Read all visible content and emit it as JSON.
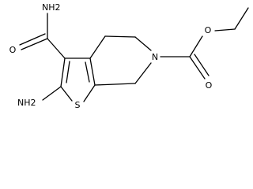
{
  "molecule": {
    "atoms": {
      "amide_nh2": "NH2",
      "amide_o": "O",
      "amine_nh2": "NH2",
      "ring_s": "S",
      "ring_n": "N",
      "ester_o_double": "O",
      "ester_o_single": "O"
    }
  },
  "colors": {
    "bond": "#000000",
    "text": "#000000",
    "background": "#ffffff"
  }
}
